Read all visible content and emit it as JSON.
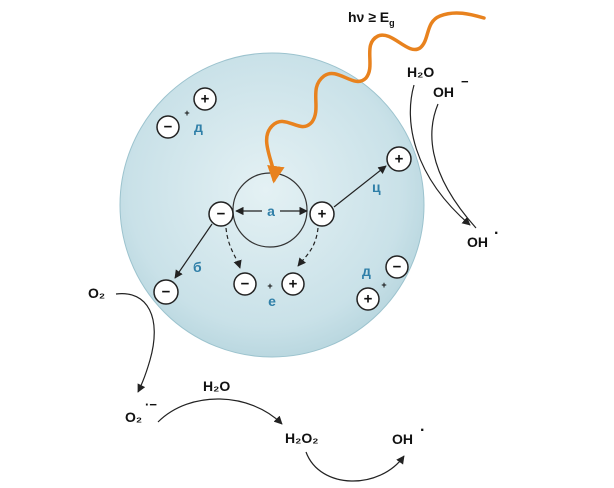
{
  "photon": {
    "label": "hν ≥ E",
    "subscript": "g"
  },
  "particle_labels": {
    "a": "a",
    "b": "б",
    "c": "ц",
    "d_top": "д",
    "d_right": "д",
    "e": "e"
  },
  "charges": {
    "minus": "−",
    "plus": "+",
    "small_plus": "+"
  },
  "species": {
    "water_top": "H₂O",
    "hydroxide": "OH",
    "hydroxide_charge": "−",
    "hydroxyl_radical_top": "OH",
    "radical_dot": "·",
    "oxygen": "O₂",
    "superoxide": "O₂",
    "superoxide_charge": "·−",
    "water_bottom": "H₂O",
    "peroxide": "H₂O₂",
    "hydroxyl_radical_bottom": "OH"
  },
  "colors": {
    "sphere": "#c9e1e8",
    "photon": "#e8821e",
    "label_blue": "#2f7fa8"
  }
}
